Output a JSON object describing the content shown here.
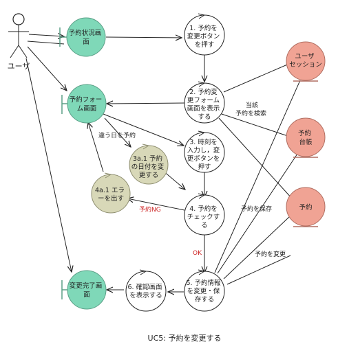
{
  "title": "UC5: 予約を変更する",
  "colors": {
    "boundary_fill": "#7fd8b8",
    "boundary_stroke": "#5a9f86",
    "entity_fill": "#f0a394",
    "entity_stroke": "#b06d60",
    "alt_control_fill": "#d8d8b8",
    "alt_control_stroke": "#8e8e70",
    "control_fill": "#ffffff",
    "line": "#222222",
    "ng_text": "#cc2222"
  },
  "actor": {
    "label": "ユーザ"
  },
  "boundaries": [
    {
      "id": "b1",
      "lines": [
        "予約状況画",
        "面"
      ]
    },
    {
      "id": "b2",
      "lines": [
        "予約フォー",
        "ム画面"
      ]
    },
    {
      "id": "b3",
      "lines": [
        "変更完了画",
        "面"
      ]
    }
  ],
  "controls": [
    {
      "id": "c1",
      "lines": [
        "1. 予約を",
        "変更ボタン",
        "を押す"
      ]
    },
    {
      "id": "c2",
      "lines": [
        "2. 予約変",
        "更フォーム",
        "画面を表示",
        "する"
      ]
    },
    {
      "id": "c3",
      "lines": [
        "3. 時刻を",
        "入力し，変",
        "更ボタンを",
        "押す"
      ]
    },
    {
      "id": "c4",
      "lines": [
        "4. 予約を",
        "チェックす",
        "る"
      ]
    },
    {
      "id": "c5",
      "lines": [
        "5. 予約情報",
        "を変更・保",
        "存する"
      ]
    },
    {
      "id": "c6",
      "lines": [
        "6. 確認画面",
        "を表示する"
      ]
    }
  ],
  "alt_controls": [
    {
      "id": "a3",
      "lines": [
        "3a.1 予約",
        "の日付を変",
        "更する"
      ]
    },
    {
      "id": "a4",
      "lines": [
        "4a.1 エラ",
        "ーを出す"
      ]
    }
  ],
  "entities": [
    {
      "id": "e1",
      "lines": [
        "ユーザ",
        "セッション"
      ]
    },
    {
      "id": "e2",
      "lines": [
        "予約",
        "台帳"
      ]
    },
    {
      "id": "e3",
      "lines": [
        "予約"
      ]
    }
  ],
  "edge_labels": {
    "session": [
      "当該",
      "予約を検索"
    ],
    "different_date": "違う日を予約",
    "ng": "予約NG",
    "ok": "OK",
    "save": "予約を保存",
    "change": "予約を変更"
  }
}
